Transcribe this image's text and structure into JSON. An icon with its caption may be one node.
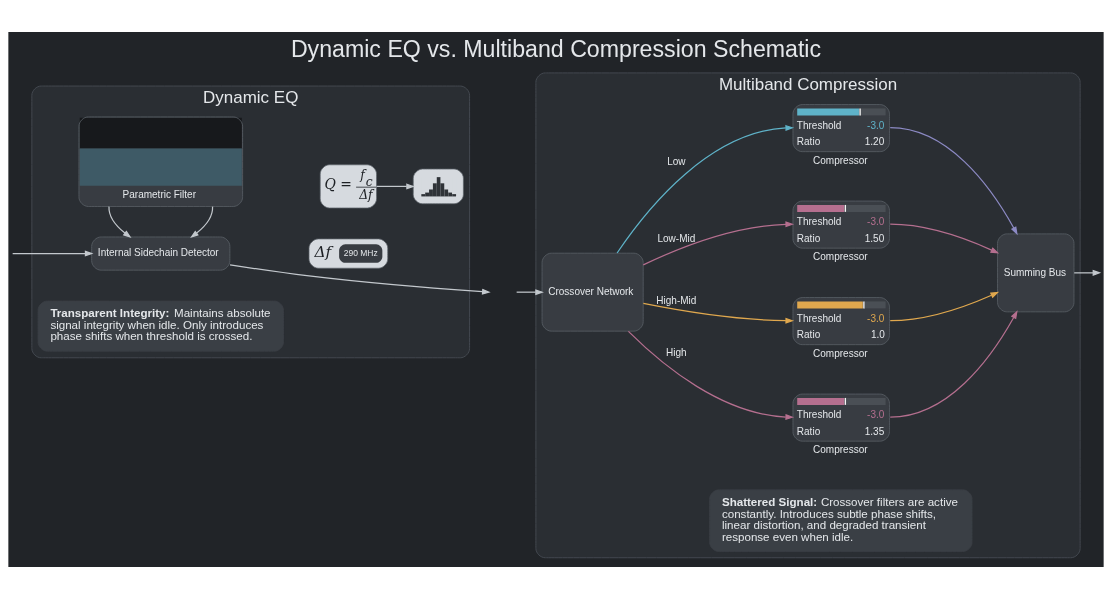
{
  "diagram": {
    "title": "Dynamic EQ vs. Multiband Compression Schematic",
    "nodes": [
      {
        "text": [
          "Dynamic EQ"
        ]
      },
      {
        "text": [
          "Parametric Filter"
        ],
        "in": 0
      },
      {
        "text": [
          "Q =",
          "f$_{c}$",
          "Δf"
        ],
        "in": 0
      },
      {
        "text": [],
        "shape": "picture",
        "in": 0
      },
      {
        "text": [
          "Δf",
          "290 MHz"
        ],
        "in": 0
      },
      {
        "text": [
          "Internal Sidechain Detector"
        ],
        "in": 0
      },
      {
        "text": [
          "**Transparent Integrity:** Maintains absolute signal integrity when idle. Only introduces phase shifts when threshold is crossed."
        ],
        "in": 0
      },
      {
        "text": [
          "Multiband Compression"
        ]
      },
      {
        "text": [
          "Crossover Network"
        ],
        "in": 7
      },
      {
        "text": [
          "Threshold",
          "-3.0",
          "Ratio",
          "1.20"
        ],
        "beside": [
          "Compressor"
        ],
        "in": 7
      },
      {
        "text": [
          "Threshold",
          "-3.0",
          "Ratio",
          "1.50"
        ],
        "beside": [
          "Compressor"
        ],
        "in": 7
      },
      {
        "text": [
          "Threshold",
          "-3.0",
          "Ratio",
          "1.0"
        ],
        "beside": [
          "Compressor"
        ],
        "in": 7
      },
      {
        "text": [
          "Threshold",
          "-3.0",
          "Ratio",
          "1.35"
        ],
        "beside": [
          "Compressor"
        ],
        "in": 7
      },
      {
        "text": [
          "Summing Bus"
        ],
        "in": 7
      },
      {
        "text": [
          "**Shattered Signal:** Crossover filters are active constantly. Introduces subtle phase shifts, linear distortion, and degraded transient response even when idle."
        ],
        "in": 7
      }
    ],
    "edges": [
      {
        "from": 5,
        "to": null,
        "arrow": "to"
      },
      {
        "from": null,
        "to": 5,
        "arrow": "to"
      },
      {
        "from": 1,
        "to": 5,
        "arrow": "to"
      },
      {
        "from": 1,
        "to": 5,
        "arrow": "to"
      },
      {
        "from": 2,
        "to": 3,
        "arrow": "to"
      },
      {
        "from": null,
        "to": 8,
        "arrow": "to"
      },
      {
        "from": 8,
        "to": 9,
        "arrow": "to",
        "label": "Low",
        "color": "#5fb3c9"
      },
      {
        "from": 8,
        "to": 10,
        "arrow": "to",
        "label": "Low-Mid",
        "color": "#b56f8f"
      },
      {
        "from": 8,
        "to": 11,
        "arrow": "to",
        "label": "High-Mid",
        "color": "#e0a84e"
      },
      {
        "from": 8,
        "to": 12,
        "arrow": "to",
        "label": "High",
        "color": "#b56f8f"
      },
      {
        "from": 9,
        "to": 13,
        "arrow": "to",
        "color": "#8c8ac4"
      },
      {
        "from": 10,
        "to": 13,
        "arrow": "to",
        "color": "#b56f8f"
      },
      {
        "from": 11,
        "to": 13,
        "arrow": "to",
        "color": "#e0a84e"
      },
      {
        "from": 12,
        "to": 13,
        "arrow": "to",
        "color": "#b56f8f"
      },
      {
        "from": 13,
        "to": null,
        "arrow": "to"
      }
    ]
  }
}
